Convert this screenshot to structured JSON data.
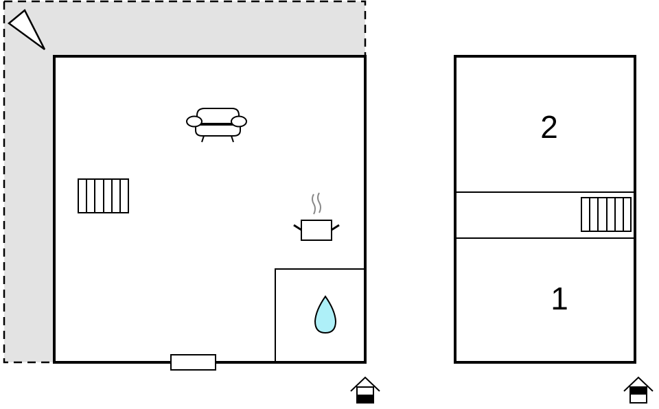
{
  "diagram": {
    "type": "floor-plan",
    "colors": {
      "wall": "#000000",
      "terrace": "#e3e3e3",
      "background": "#ffffff",
      "water": "#aef0f8"
    },
    "ground_floor": {
      "terrace": true,
      "icons": [
        "compass-icon",
        "sofa-icon",
        "stairs-icon",
        "kitchen-pot-icon",
        "water-drop-icon",
        "door-icon",
        "floor-indicator-ground-icon"
      ],
      "bathroom": true
    },
    "upper_floor": {
      "rooms": [
        {
          "label": "2"
        },
        {
          "label": "1"
        }
      ],
      "icons": [
        "stairs-icon",
        "floor-indicator-upper-icon"
      ]
    }
  }
}
